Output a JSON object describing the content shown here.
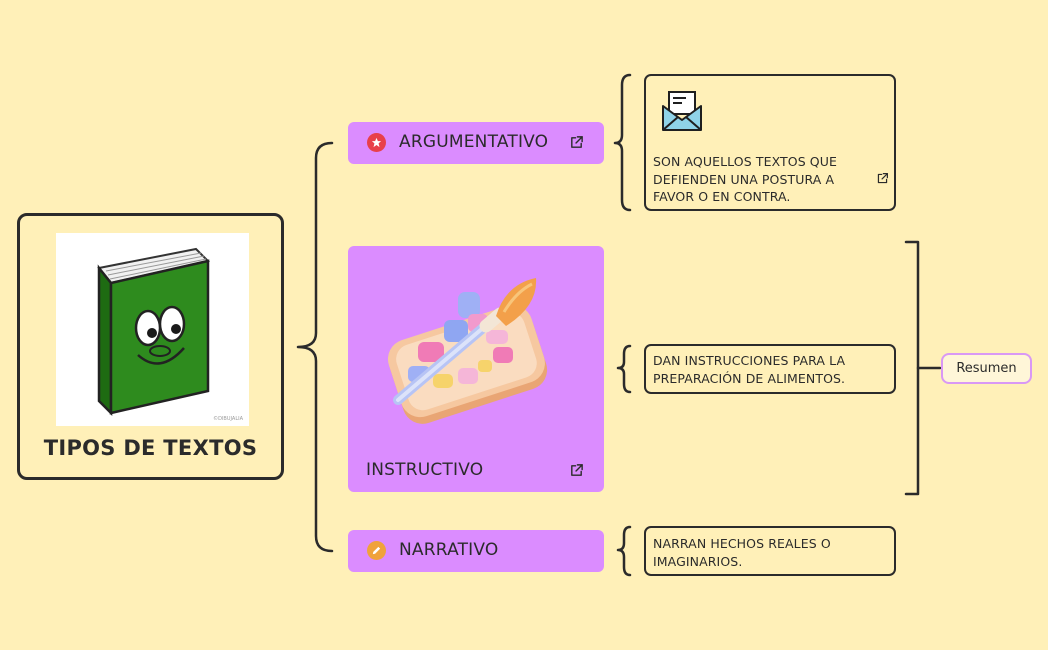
{
  "root": {
    "title": "TIPOS DE TEXTOS",
    "image_icon": "green-book-cartoon-icon",
    "watermark": "©DIBUJALIA"
  },
  "branches": [
    {
      "label": "ARGUMENTATIVO",
      "icon": "star-badge-icon",
      "badge_color": "#E8404A",
      "has_link": true
    },
    {
      "label": "INSTRUCTIVO",
      "image_icon": "palette-brush-icon",
      "has_link": true
    },
    {
      "label": "NARRATIVO",
      "icon": "pencil-badge-icon",
      "badge_color": "#F0A23B",
      "has_link": false
    }
  ],
  "leaves": [
    {
      "icon": "envelope-letter-icon",
      "lines": [
        "SON AQUELLOS TEXTOS QUE",
        "DEFIENDEN UNA POSTURA A",
        "FAVOR O EN CONTRA."
      ],
      "has_link": true
    },
    {
      "lines": [
        "DAN INSTRUCCIONES PARA LA",
        "PREPARACIÓN DE ALIMENTOS."
      ],
      "has_link": false
    },
    {
      "lines": [
        "NARRAN HECHOS REALES O",
        "IMAGINARIOS."
      ],
      "has_link": false
    }
  ],
  "summary": {
    "label": "Resumen"
  },
  "colors": {
    "background": "#FFF0B8",
    "branch_fill": "#DB8CFF",
    "border": "#2B2B2B",
    "summary_border": "#D998F5"
  }
}
